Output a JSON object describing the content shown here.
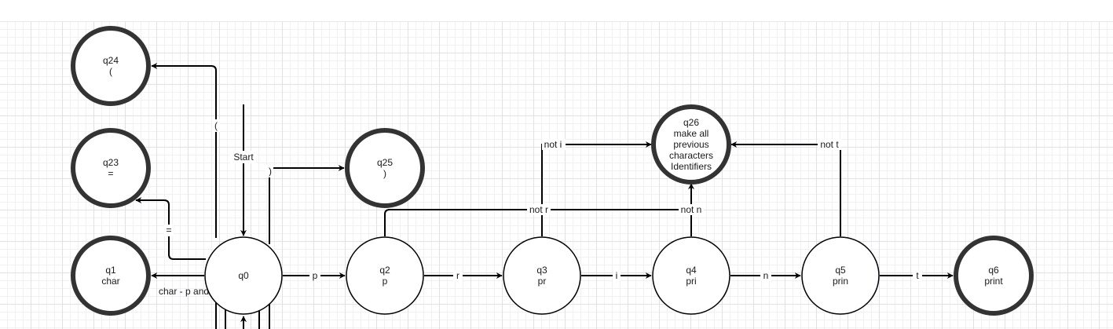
{
  "states": {
    "q0": {
      "lines": [
        "q0"
      ]
    },
    "q1": {
      "lines": [
        "q1",
        "char"
      ]
    },
    "q2": {
      "lines": [
        "q2",
        "p"
      ]
    },
    "q3": {
      "lines": [
        "q3",
        "pr"
      ]
    },
    "q4": {
      "lines": [
        "q4",
        "pri"
      ]
    },
    "q5": {
      "lines": [
        "q5",
        "prin"
      ]
    },
    "q6": {
      "lines": [
        "q6",
        "print"
      ]
    },
    "q23": {
      "lines": [
        "q23",
        "="
      ]
    },
    "q24": {
      "lines": [
        "q24",
        "("
      ]
    },
    "q25": {
      "lines": [
        "q25",
        ")"
      ]
    },
    "q26": {
      "lines": [
        "q26",
        "make all",
        "previous",
        "characters",
        "Identifiers"
      ]
    }
  },
  "final_states": [
    "q1",
    "q6",
    "q23",
    "q24",
    "q25",
    "q26"
  ],
  "transitions": {
    "start": "Start",
    "q0_q24": "(",
    "q0_q23": "=",
    "q0_q25": ")",
    "q0_q1": "char - p and v",
    "q0_q2": "p",
    "q2_q3": "r",
    "q3_q4": "i",
    "q4_q5": "n",
    "q5_q6": "t",
    "q2_q26": "not r",
    "q3_q26": "not i",
    "q4_q26": "not n",
    "q5_q26": "not t"
  }
}
